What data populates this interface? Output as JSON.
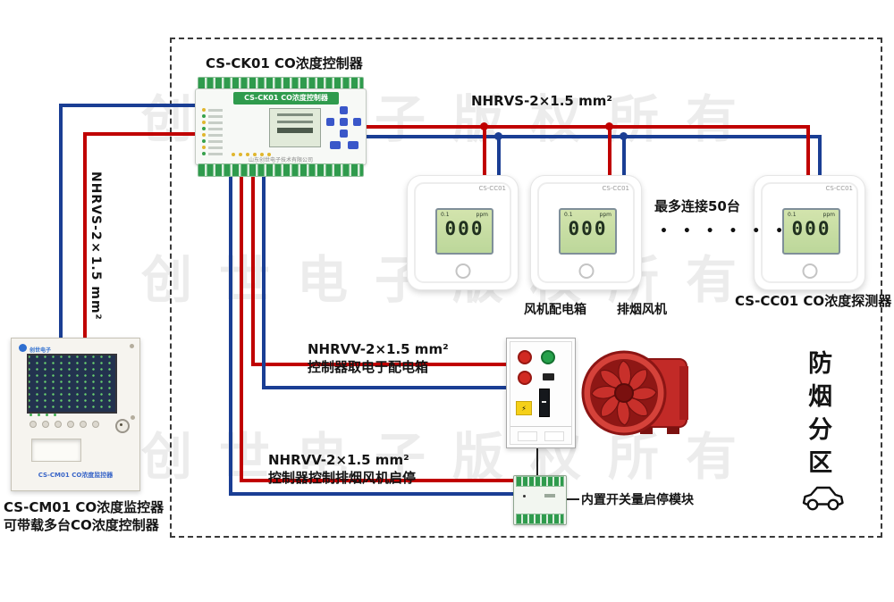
{
  "colors": {
    "wire_red": "#c00000",
    "wire_blue": "#1a3e94"
  },
  "watermark": {
    "text": "创世电子版权所有"
  },
  "icons": {
    "warning_bolt": "⚡"
  },
  "labels": {
    "controller_title": "CS-CK01 CO浓度控制器",
    "wire_top": "NHRVS-2×1.5 mm²",
    "wire_left": "NHRVS-2×1.5 mm²",
    "max_connect": "最多连接50台",
    "dots": "• • • • • •",
    "detector_caption": "CS-CC01 CO浓度探测器",
    "fan_box_caption": "风机配电箱",
    "fan_caption": "排烟风机",
    "power_wire_line1": "NHRVV-2×1.5 mm²",
    "power_wire_line2": "控制器取电于配电箱",
    "ctrl_wire_line1": "NHRVV-2×1.5 mm²",
    "ctrl_wire_line2": "控制器控制排烟风机启停",
    "module_caption": "内置开关量启停模块",
    "zone_caption": "防烟分区",
    "monitor_caption_line1": "CS-CM01 CO浓度监控器",
    "monitor_caption_line2": "可带载多台CO浓度控制器"
  },
  "controller": {
    "header": "CS-CK01 CO浓度控制器",
    "company": "山东创世电子技术有限公司"
  },
  "detector": {
    "model": "CS-CC01",
    "lcd_top_left": "0.1",
    "lcd_top_right": "ppm",
    "lcd_value": "000"
  },
  "monitor": {
    "brand": "创世电子",
    "model_label": "CS-CM01 CO浓度监控器"
  }
}
